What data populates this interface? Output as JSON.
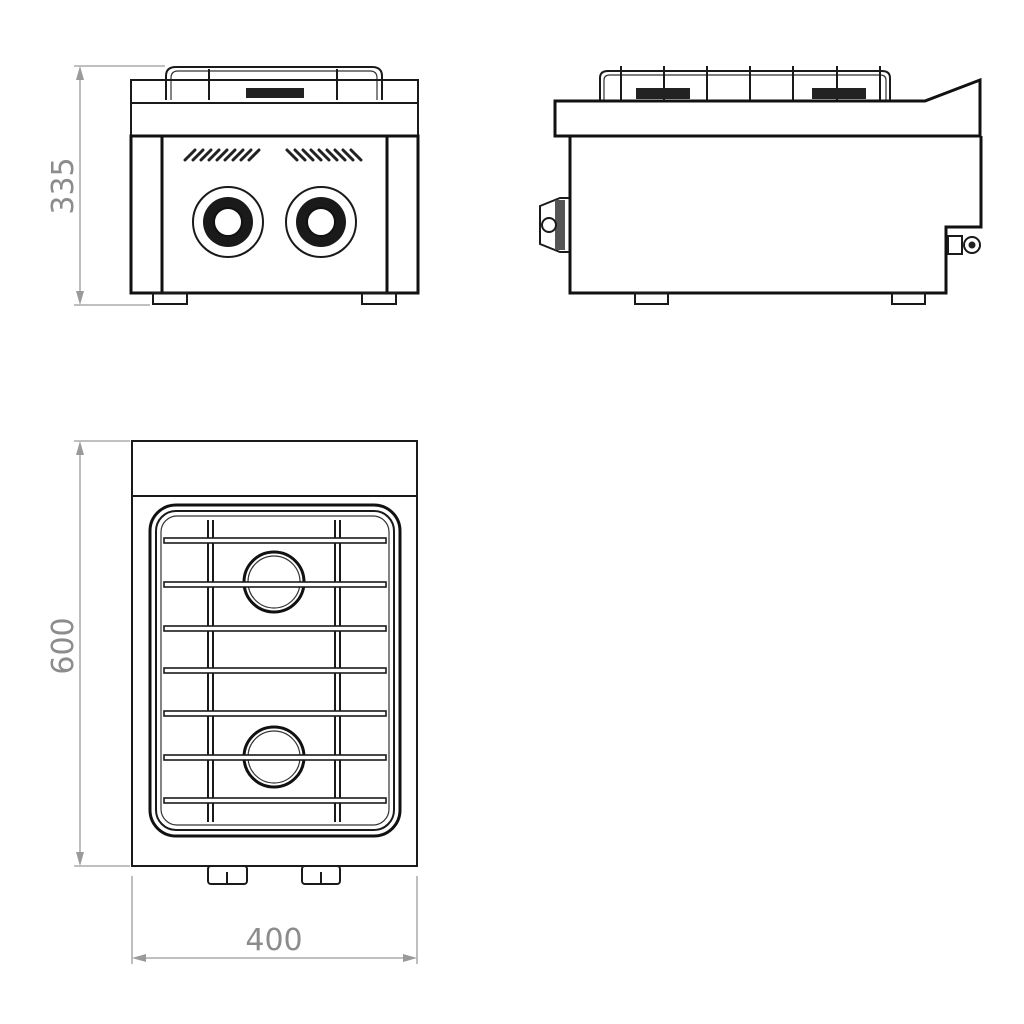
{
  "drawing": {
    "views": [
      "front-view",
      "side-view",
      "top-view"
    ],
    "dimensions": {
      "height": "335",
      "depth": "600",
      "width": "400"
    },
    "line_color": "#1a1a1a",
    "dimension_color": "#8c8c8c"
  }
}
